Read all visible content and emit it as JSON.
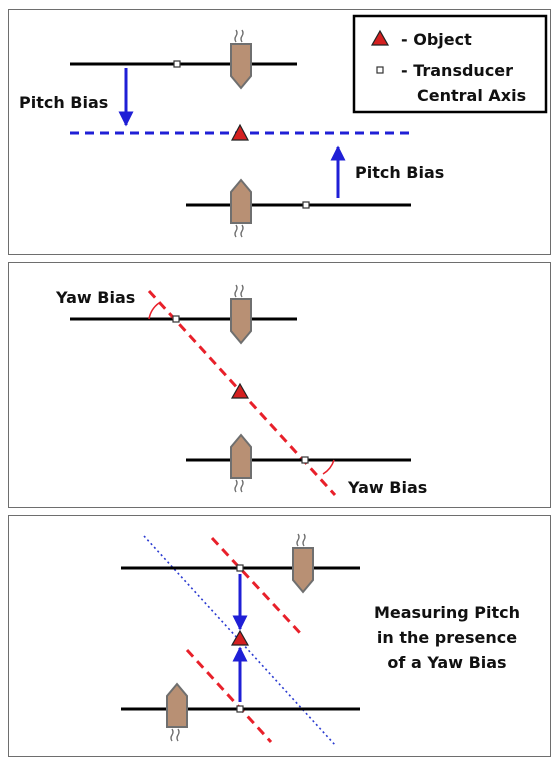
{
  "legend": {
    "object_label": "- Object",
    "transducer_label_line1": "- Transducer",
    "transducer_label_line2": "Central Axis"
  },
  "panel_pitch": {
    "label_left": "Pitch Bias",
    "label_right": "Pitch Bias"
  },
  "panel_yaw": {
    "label_top": "Yaw Bias",
    "label_bottom": "Yaw Bias"
  },
  "panel_measure": {
    "caption_line1": "Measuring Pitch",
    "caption_line2": "in the presence",
    "caption_line3": "of a Yaw Bias"
  },
  "colors": {
    "bias_blue": "#1f1fd6",
    "yaw_red": "#e8202a",
    "object_red": "#d42020",
    "boat_brown": "#b89074",
    "boat_outline": "#6f6f6f",
    "line_black": "#000000",
    "axis_dotted_blue": "#2a3ad0"
  },
  "icons": [
    "boat-icon",
    "wake-icon",
    "object-triangle-icon",
    "transducer-axis-marker-icon",
    "arrow-icon"
  ]
}
